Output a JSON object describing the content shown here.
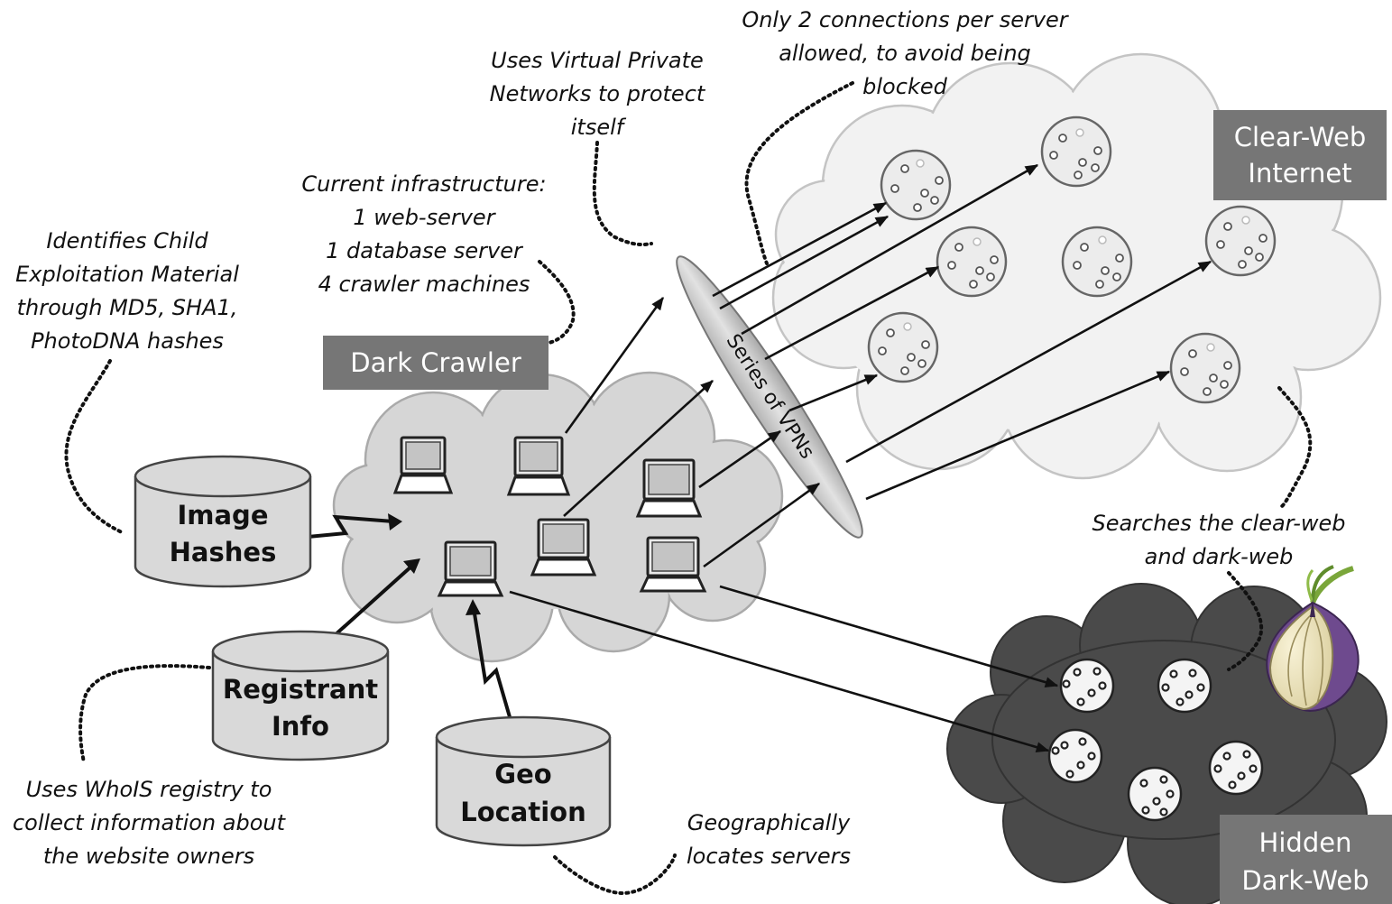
{
  "labels": {
    "dark_crawler": "Dark Crawler",
    "clear_web": [
      "Clear-Web",
      "Internet"
    ],
    "hidden_dark_web": [
      "Hidden",
      "Dark-Web"
    ],
    "vpn": "Series of VPNs"
  },
  "databases": {
    "image_hashes": [
      "Image",
      "Hashes"
    ],
    "registrant_info": [
      "Registrant",
      "Info"
    ],
    "geo_location": [
      "Geo",
      "Location"
    ]
  },
  "annotations": {
    "connections": [
      "Only 2 connections per server",
      "allowed, to avoid being",
      "blocked"
    ],
    "vpn_note": [
      "Uses Virtual Private",
      "Networks to protect",
      "itself"
    ],
    "infrastructure": [
      "Current infrastructure:",
      "1 web-server",
      "1 database server",
      "4 crawler machines"
    ],
    "hashes_note": [
      "Identifies Child",
      "Exploitation Material",
      "through MD5, SHA1,",
      "PhotoDNA hashes"
    ],
    "searches_note": [
      "Searches the clear-web",
      "and dark-web"
    ],
    "whois_note": [
      "Uses WhoIS registry to",
      "collect information about",
      "the website owners"
    ],
    "geo_note": [
      "Geographically",
      "locates servers"
    ]
  },
  "colors": {
    "label_box": "#767676",
    "clear_cloud": "#f2f2f2",
    "crawler_cloud": "#d6d6d6",
    "dark_cloud": "#4a4a4a",
    "onion_purple": "#6e4a8e",
    "onion_cream": "#efe6c0",
    "onion_sprout": "#7aa63a"
  },
  "icons": {
    "laptop": "laptop-icon",
    "server": "server-icon",
    "database": "database-icon",
    "tor_onion": "tor-onion-icon"
  }
}
